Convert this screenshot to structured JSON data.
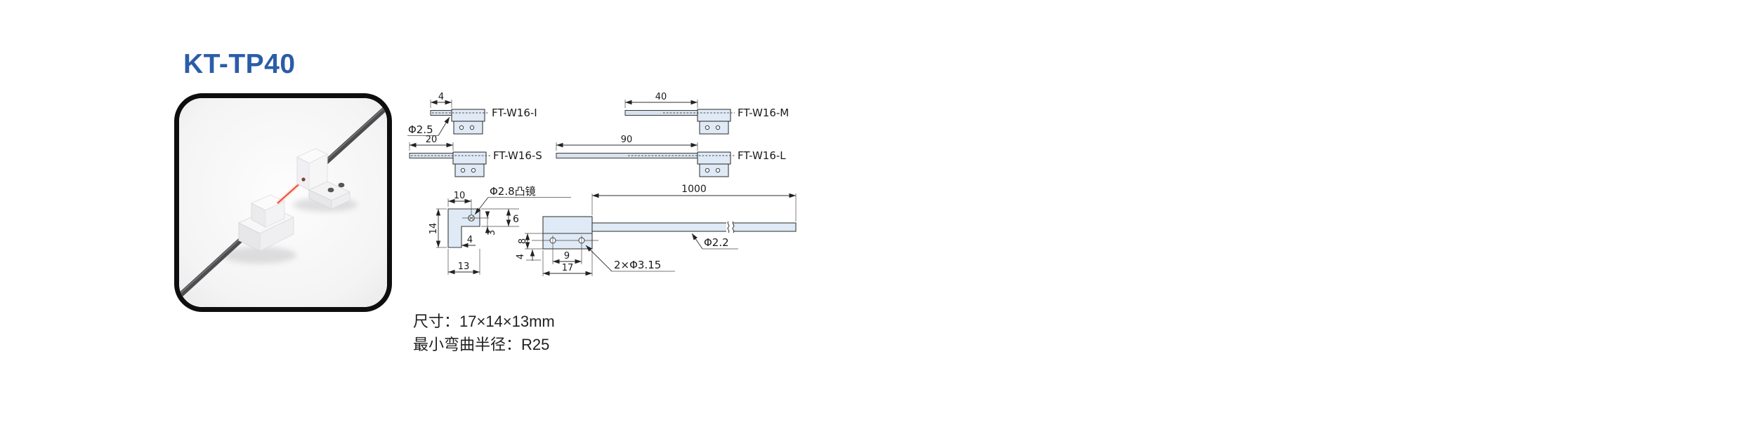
{
  "header": {
    "title": "KT-TP40",
    "title_color": "#2b5ca8"
  },
  "photo": {
    "beam_color": "#e8432a"
  },
  "drawing": {
    "models": [
      {
        "name": "FT-W16-I",
        "tip_length": "4"
      },
      {
        "name": "FT-W16-M",
        "tip_length": "40"
      },
      {
        "name": "FT-W16-S",
        "tip_length": "20"
      },
      {
        "name": "FT-W16-L",
        "tip_length": "90"
      }
    ],
    "callouts": {
      "tip_diameter": "Φ2.5",
      "lens": "Φ2.8凸镜",
      "cable_length": "1000",
      "cable_diameter": "Φ2.2",
      "mount_holes": "2×Φ3.15"
    },
    "head_dims": {
      "top_width": "10",
      "height": "14",
      "arm_height": "6",
      "lens_offset": "3",
      "foot_offset": "4",
      "depth": "13",
      "hole_line_offset": "8",
      "hole_edge_offset": "4",
      "hole_spacing": "9",
      "body_width": "17"
    }
  },
  "notes": {
    "size": "尺寸：17×14×13mm",
    "bend_radius": "最小弯曲半径：R25"
  }
}
